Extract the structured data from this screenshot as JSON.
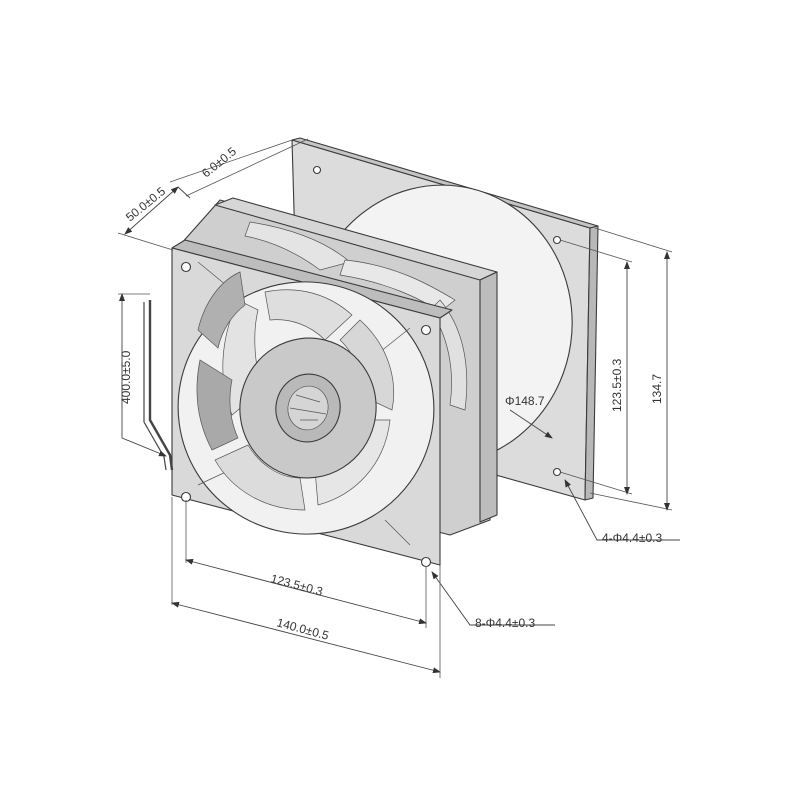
{
  "dimensions": {
    "depth": "50.0±0.5",
    "flange": "6.0±0.5",
    "cable_length": "400.0±5.0",
    "ring_diameter": "Φ148.7",
    "rear_hole_spacing": "123.5±0.3",
    "rear_height": "134.7",
    "rear_holes": "4-Φ4.4±0.3",
    "front_hole_spacing": "123.5±0.3",
    "front_width": "140.0±0.5",
    "front_holes": "8-Φ4.4±0.3"
  },
  "colors": {
    "frame": "#d9d9d9",
    "frame_dark": "#b5b5b5",
    "blade": "#cfcfcf",
    "blade_shadow": "#9e9e9e",
    "hub": "#c8c8c8",
    "ring": "#f2f2f2"
  },
  "icons": [
    "fan-icon"
  ]
}
